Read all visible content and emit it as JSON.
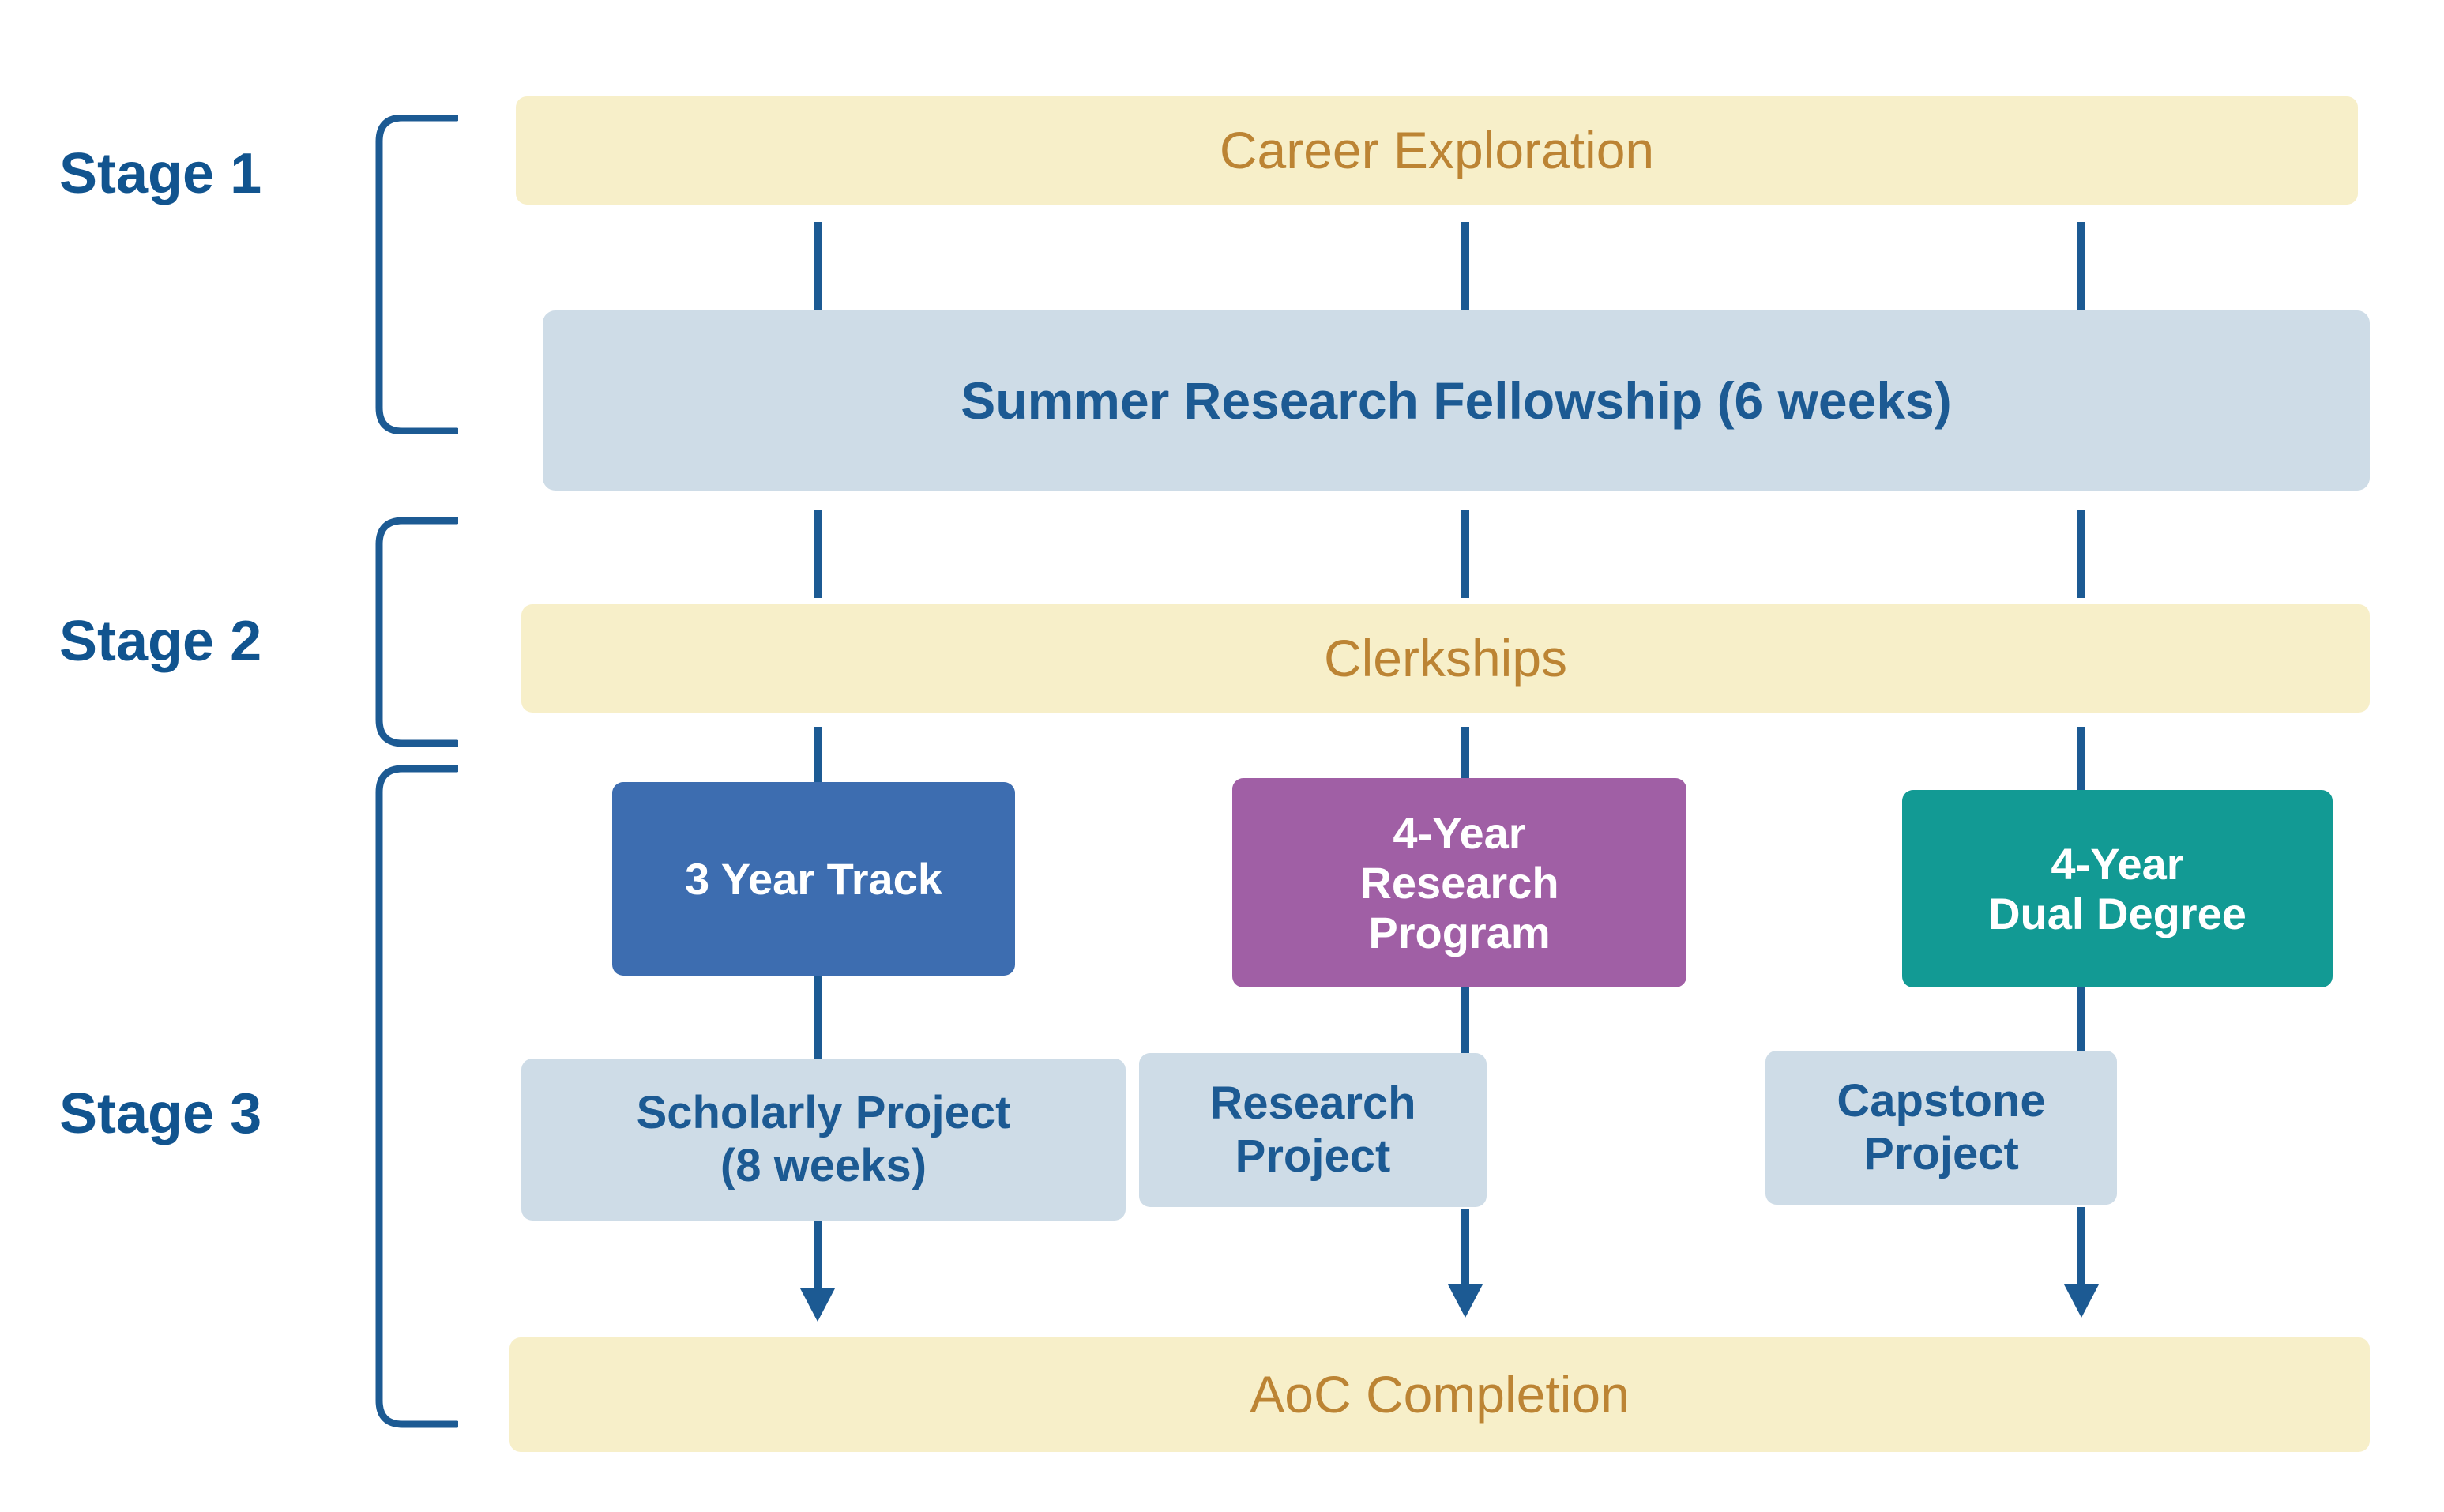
{
  "diagram": {
    "title_present": false,
    "colors": {
      "bracket_and_line": "#1C5A93",
      "stage_label_text": "#11548F",
      "cream_banner_bg": "#F7EFC9",
      "cream_banner_text": "#BC8434",
      "light_blue_bg": "#CEDCE7",
      "light_blue_text": "#1C5A93",
      "track_blue": "#3D6DB0",
      "track_purple": "#A05FA5",
      "track_teal": "#129A94",
      "track_text": "#FFFFFF"
    },
    "stages": [
      {
        "id": "stage-1",
        "label": "Stage 1"
      },
      {
        "id": "stage-2",
        "label": "Stage 2"
      },
      {
        "id": "stage-3",
        "label": "Stage 3"
      }
    ],
    "banners": {
      "career_exploration": "Career Exploration",
      "summer_research_fellowship": "Summer Research Fellowship (6 weeks)",
      "clerkships": "Clerkships",
      "aoc_completion": "AoC Completion"
    },
    "tracks": [
      {
        "id": "three-year-track",
        "name_line1": "3 Year Track",
        "name_line2": "",
        "name_line3": "",
        "color": "#3D6DB0",
        "project": "Scholarly Project\n(8 weeks)",
        "project_line1": "Scholarly Project",
        "project_line2": "(8 weeks)"
      },
      {
        "id": "four-year-research-program",
        "name_line1": "4-Year",
        "name_line2": "Research",
        "name_line3": "Program",
        "color": "#A05FA5",
        "project": "Research Project",
        "project_line1": "Research Project",
        "project_line2": ""
      },
      {
        "id": "four-year-dual-degree",
        "name_line1": "4-Year",
        "name_line2": "Dual Degree",
        "name_line3": "",
        "color": "#129A94",
        "project": "Capstone Project",
        "project_line1": "Capstone Project",
        "project_line2": ""
      }
    ]
  }
}
